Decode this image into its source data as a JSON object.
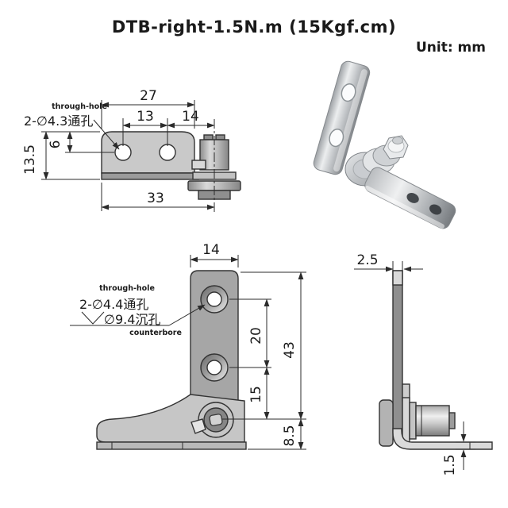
{
  "header": {
    "title": "DTB-right-1.5N.m  (15Kgf.cm)",
    "unit_label": "Unit:  mm"
  },
  "views": {
    "top": {
      "dims": {
        "overall_width_to_pivot": "27",
        "hole_spacing": "13",
        "hole_to_pivot": "14",
        "plate_depth": "13.5",
        "edge_to_hole": "6",
        "overall_length": "33"
      },
      "notes": {
        "through_hole_en": "through-hole",
        "through_hole_cn": "2-∅4.3通孔"
      }
    },
    "front": {
      "dims": {
        "arm_width": "14",
        "hole_spacing": "20",
        "hole_to_pivot": "15",
        "top_to_pivot": "43",
        "pivot_to_bottom": "8.5"
      },
      "notes": {
        "through_hole_en": "through-hole",
        "through_hole_cn": "2-∅4.4通孔",
        "counterbore_cn": "∅9.4沉孔",
        "counterbore_en": "counterbore"
      }
    },
    "side": {
      "dims": {
        "plate_thickness": "2.5",
        "foot_thickness": "1.5"
      }
    }
  },
  "colors": {
    "line": "#2b2b2b",
    "plate_fill": "#c9c9c9",
    "arm_fill": "#a6a6a6",
    "steel_light": "#eff0f1",
    "steel_dark": "#83878b"
  }
}
